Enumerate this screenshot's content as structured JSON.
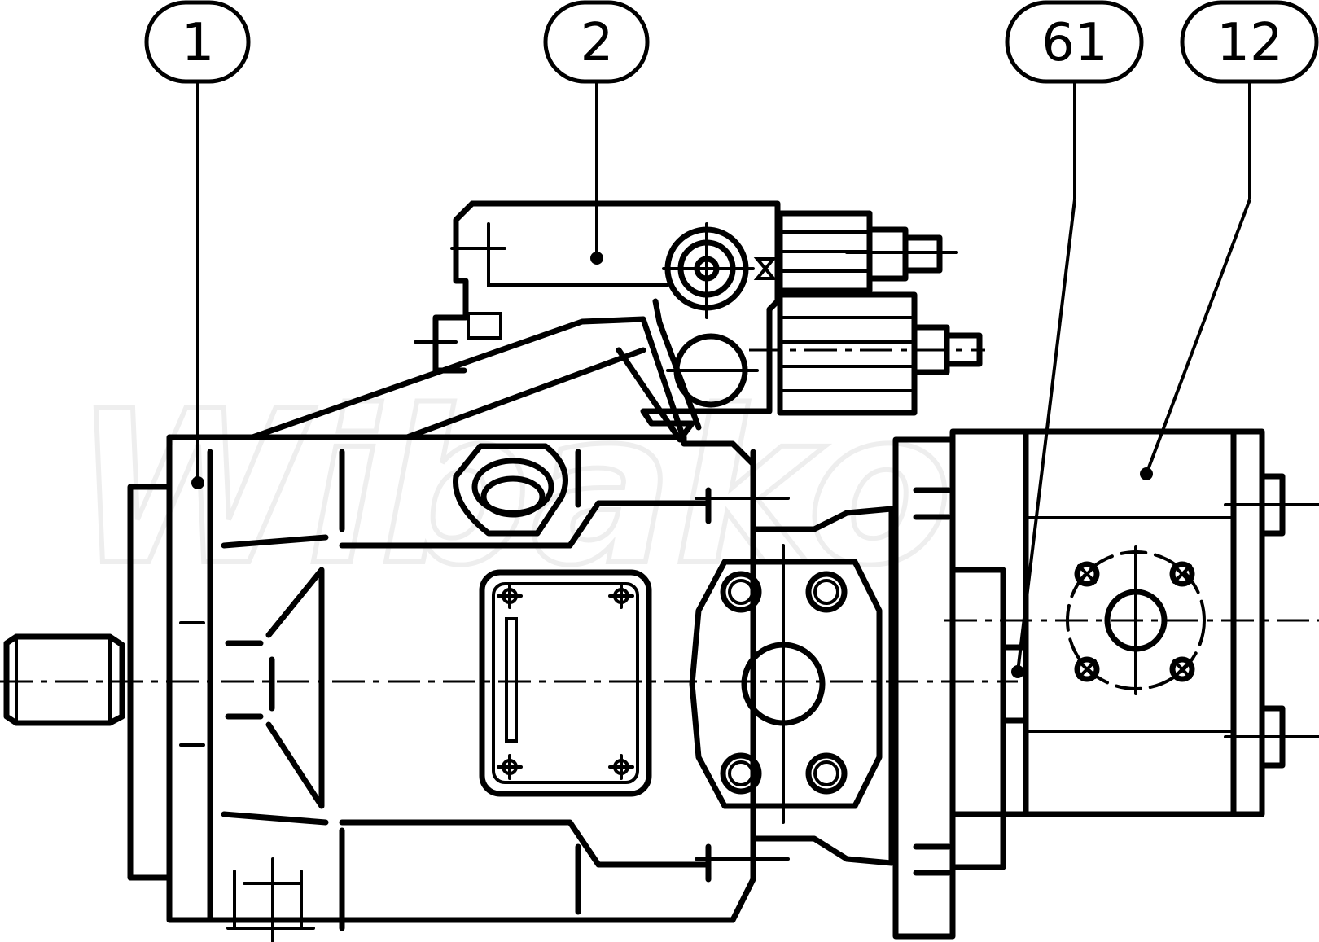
{
  "drawing": {
    "watermark": "Wibako",
    "callouts": [
      {
        "id": "callout-1",
        "label": "1"
      },
      {
        "id": "callout-2",
        "label": "2"
      },
      {
        "id": "callout-61",
        "label": "61"
      },
      {
        "id": "callout-12",
        "label": "12"
      }
    ]
  },
  "colors": {
    "line": "#000000",
    "background": "#ffffff",
    "watermark": "#eeeeee"
  }
}
